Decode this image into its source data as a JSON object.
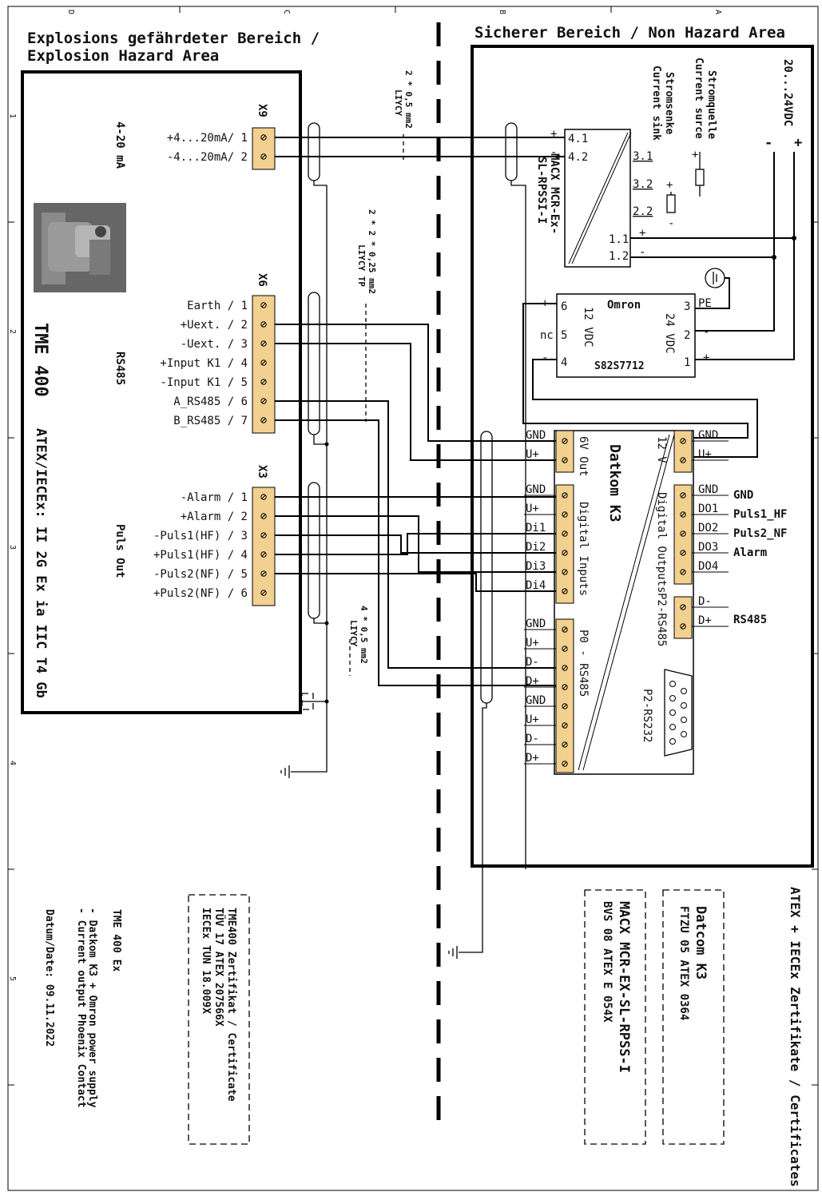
{
  "headers": {
    "hazard_de": "Explosions gefährdeter Bereich /",
    "hazard_en": "Explosion Hazard Area",
    "safe": "Sicherer Bereich / Non Hazard Area"
  },
  "device": {
    "name": "TME 400",
    "cert": "ATEX/IECEx: II 2G Ex ia IIC T4 Gb",
    "x9": {
      "id": "X9",
      "group": "4-20 mA",
      "pins": [
        "+4...20mA/ 1",
        "-4...20mA/ 2"
      ]
    },
    "x6": {
      "id": "X6",
      "group": "RS485",
      "pins": [
        "Earth / 1",
        "+Uext. / 2",
        "-Uext. / 3",
        "+Input K1 / 4",
        "-Input K1 / 5",
        "A_RS485 / 6",
        "B_RS485 / 7"
      ]
    },
    "x3": {
      "id": "X3",
      "group": "Puls Out",
      "pins": [
        "-Alarm / 1",
        "+Alarm / 2",
        "-Puls1(HF) / 3",
        "+Puls1(HF) / 4",
        "-Puls2(NF) / 5",
        "+Puls2(NF) / 6"
      ]
    }
  },
  "cables": {
    "c1": {
      "line1": "2 * 0,5 mm2",
      "line2": "LIYCY"
    },
    "c2": {
      "line1": "2 * 2 * 0,25 mm2",
      "line2": "LIYCY TP"
    },
    "c3": {
      "line1": "4 * 0,5 mm2",
      "line2": "LIYCY"
    }
  },
  "macx": {
    "name1": "MACX MCR-Ex-",
    "name2": "SL-RPSSI-I",
    "terms_in": [
      "4.1",
      "4.2"
    ],
    "terms_out": [
      "3.1",
      "3.2",
      "2.2",
      "1.1",
      "1.2"
    ],
    "plus": "+",
    "minus": "-"
  },
  "current": {
    "source_de": "Stromquelle",
    "source_en": "Current surce",
    "sink_de": "Stromsenke",
    "sink_en": "Current sink"
  },
  "supply": {
    "label": "20...24VDC",
    "plus": "+",
    "minus": "-"
  },
  "omron": {
    "brand": "Omron",
    "model": "S82S7712",
    "v12": "12 VDC",
    "v24": "24 VDC",
    "left_pins": [
      "6",
      "5",
      "4"
    ],
    "right_pins": [
      "3",
      "2",
      "1"
    ],
    "nc": "nc",
    "pe": "PE"
  },
  "datcom": {
    "name": "Datkom K3",
    "out6v": {
      "title": "6V Out",
      "pins": [
        "GND",
        "U+"
      ]
    },
    "in12v": {
      "title": "12 V",
      "pins": [
        "GND",
        "U+"
      ]
    },
    "dig_in": {
      "title": "Digital Inputs",
      "pins": [
        "GND",
        "U+",
        "Di1",
        "Di2",
        "Di3",
        "Di4"
      ]
    },
    "dig_out": {
      "title": "Digital Outputs",
      "pins": [
        "GND",
        "DO1",
        "DO2",
        "DO3",
        "DO4"
      ],
      "names": [
        "GND",
        "Puls1_HF",
        "Puls2_NF",
        "Alarm"
      ]
    },
    "p2rs485": {
      "title": "P2-RS485",
      "pins": [
        "D-",
        "D+"
      ],
      "name": "RS485"
    },
    "p0rs485": {
      "title": "P0 - RS485",
      "pins": [
        "GND",
        "U+",
        "D-",
        "D+",
        "GND",
        "U+",
        "D-",
        "D+"
      ]
    },
    "p2rs232": "P2-RS232"
  },
  "certs": {
    "title": "ATEX + IECEx Zertifikate / Certificates",
    "datcom": [
      "Datcom K3",
      "FTZU 05 ATEX 0364"
    ],
    "macx": [
      "MACX MCR-EX-SL-RPSS-I",
      "BVS 08 ATEX E 054X"
    ],
    "tme": [
      "TME400 Zertifikat / Certificate",
      "TÜV 17 ATEX 207566X",
      "IECEx TUN 18.009X"
    ]
  },
  "notes": {
    "title": "TME 400 Ex",
    "line1": "- Datkom K3 + Omron power supply",
    "line2": "- Current output Phoenix Contact",
    "date": "Datum/Date: 09.11.2022"
  },
  "frame": {
    "top": [
      "D",
      "C",
      "B",
      "A"
    ],
    "left": [
      "1",
      "2",
      "3",
      "4",
      "5"
    ]
  }
}
